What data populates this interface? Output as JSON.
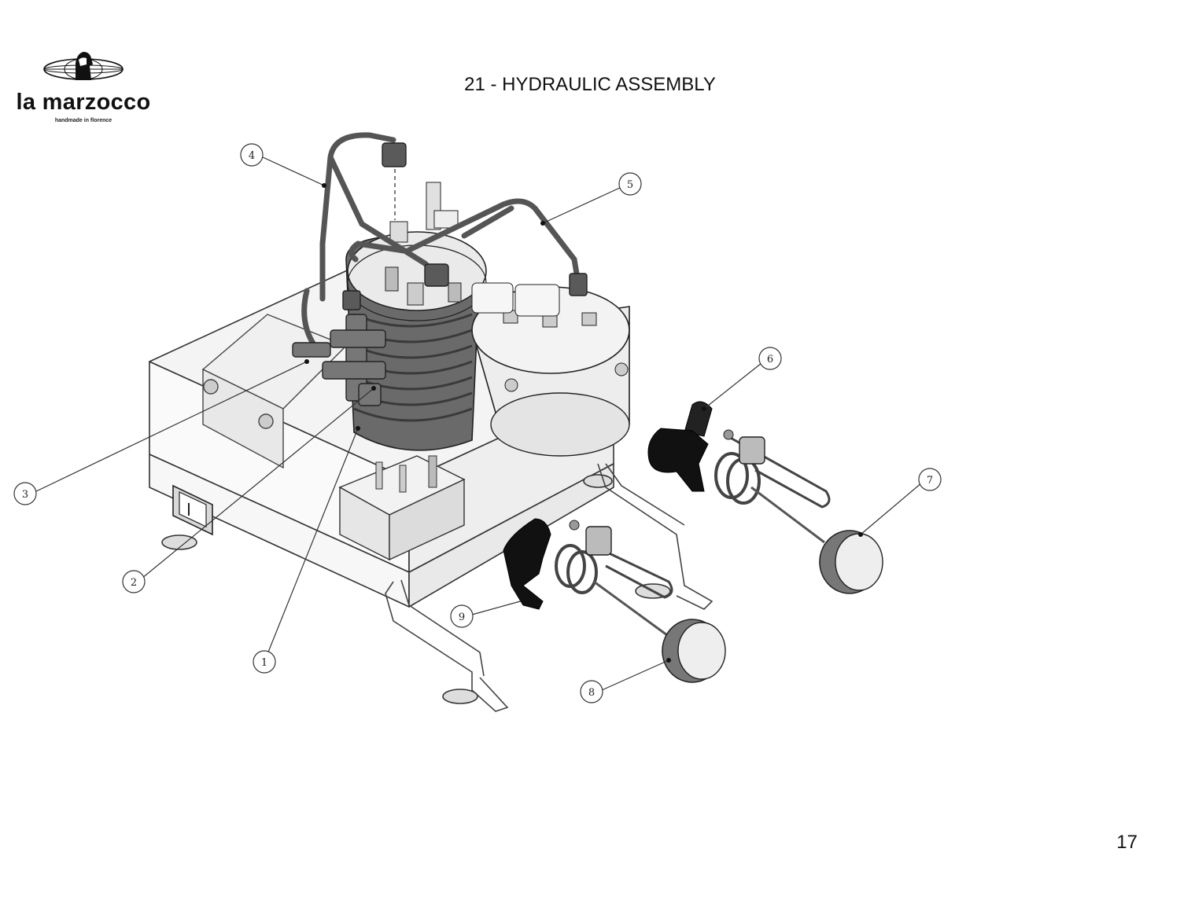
{
  "brand": {
    "name": "la marzocco",
    "tagline": "handmade in florence",
    "logo_icon": "globe-with-lion-icon"
  },
  "title": "21 - HYDRAULIC ASSEMBLY",
  "page_number": "17",
  "callouts": [
    {
      "id": "callout-1",
      "label": "1"
    },
    {
      "id": "callout-2",
      "label": "2"
    },
    {
      "id": "callout-3",
      "label": "3"
    },
    {
      "id": "callout-4",
      "label": "4"
    },
    {
      "id": "callout-5",
      "label": "5"
    },
    {
      "id": "callout-6",
      "label": "6"
    },
    {
      "id": "callout-7",
      "label": "7"
    },
    {
      "id": "callout-8",
      "label": "8"
    },
    {
      "id": "callout-9",
      "label": "9"
    }
  ]
}
